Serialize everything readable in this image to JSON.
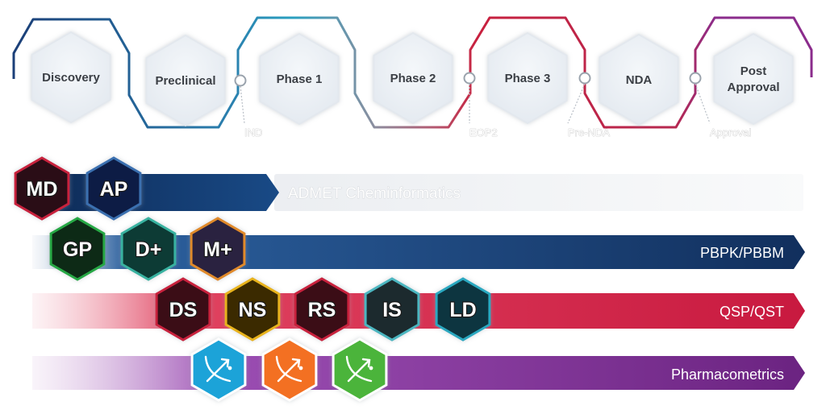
{
  "phases": [
    {
      "label": "Discovery"
    },
    {
      "label": "Preclinical"
    },
    {
      "label": "Phase 1"
    },
    {
      "label": "Phase 2"
    },
    {
      "label": "Phase 3"
    },
    {
      "label": "NDA"
    },
    {
      "label": "Post\nApproval"
    }
  ],
  "milestones": [
    {
      "label": "IND"
    },
    {
      "label": "EOP2"
    },
    {
      "label": "Pre-NDA"
    },
    {
      "label": "Approval"
    }
  ],
  "bands": [
    {
      "label": "ADMET Cheminformatics"
    },
    {
      "label": "PBPK/PBBM"
    },
    {
      "label": "QSP/QST"
    },
    {
      "label": "Pharmacometrics"
    }
  ],
  "products": [
    {
      "abbr": "MD"
    },
    {
      "abbr": "AP"
    },
    {
      "abbr": "GP"
    },
    {
      "abbr": "D+"
    },
    {
      "abbr": "M+"
    },
    {
      "abbr": "DS"
    },
    {
      "abbr": "NS"
    },
    {
      "abbr": "RS"
    },
    {
      "abbr": "IS"
    },
    {
      "abbr": "LD"
    },
    {
      "abbr": ""
    },
    {
      "abbr": ""
    },
    {
      "abbr": ""
    }
  ],
  "colors": {
    "admet": "#102f5e",
    "pbpk": "#173f74",
    "qsp": "#cf1f44",
    "pharmacometrics": "#7a2a8e",
    "timeline_blue": "#1b3f78",
    "timeline_teal": "#2aa0c0",
    "timeline_red": "#c8203e",
    "timeline_purple": "#8b2c8c"
  }
}
